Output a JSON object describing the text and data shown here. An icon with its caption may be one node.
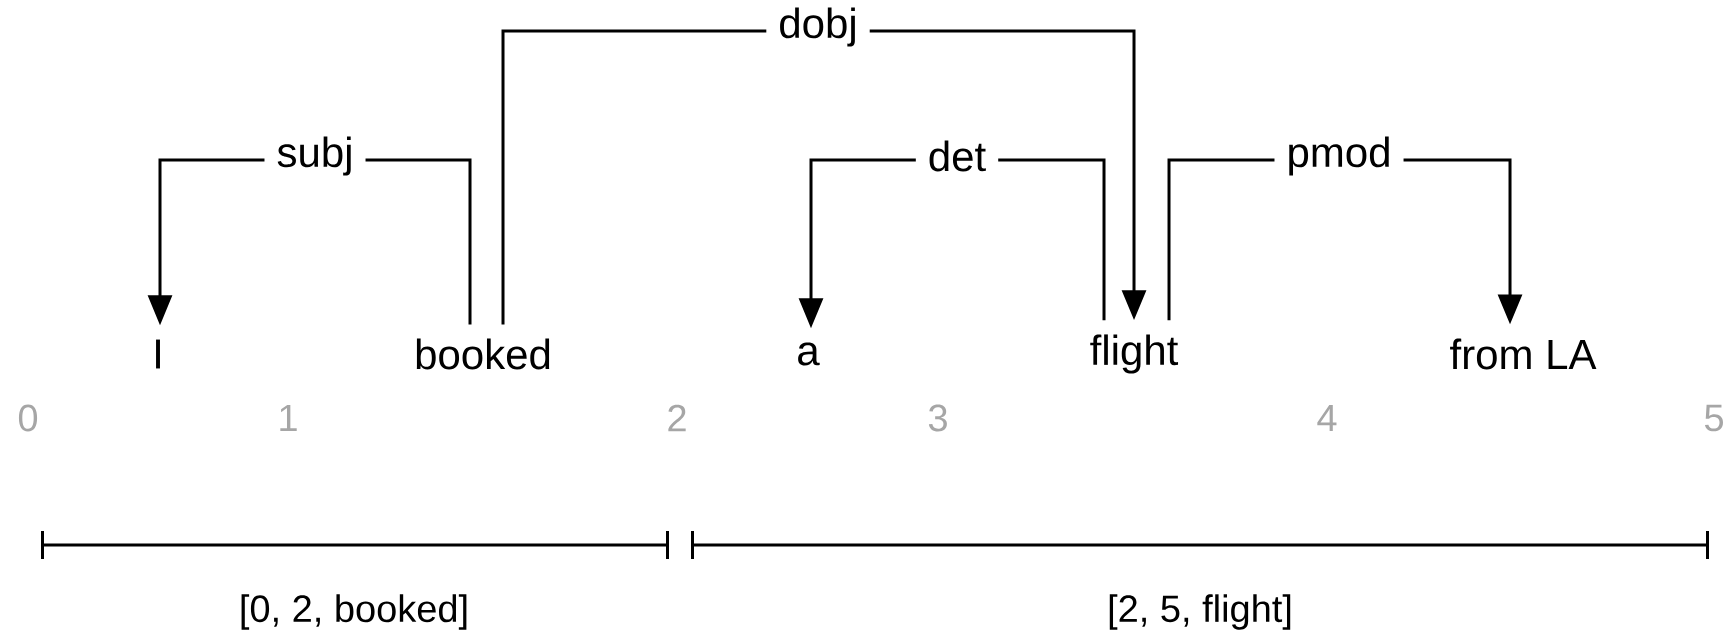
{
  "diagram": {
    "nodes": [
      {
        "text": [
          "I"
        ]
      },
      {
        "text": [
          "booked"
        ]
      },
      {
        "text": [
          "a"
        ]
      },
      {
        "text": [
          "flight"
        ]
      },
      {
        "text": [
          "from LA"
        ]
      }
    ],
    "edges": [
      {
        "from": 1,
        "to": 0,
        "arrow": "to",
        "label": "subj"
      },
      {
        "from": 1,
        "to": 3,
        "arrow": "to",
        "label": "dobj"
      },
      {
        "from": 3,
        "to": 2,
        "arrow": "to",
        "label": "det"
      },
      {
        "from": 3,
        "to": 4,
        "arrow": "to",
        "label": "pmod"
      }
    ],
    "labels": [
      "0",
      "1",
      "2",
      "3",
      "4",
      "5",
      "[0, 2, booked]",
      "[2, 5, flight]"
    ]
  }
}
